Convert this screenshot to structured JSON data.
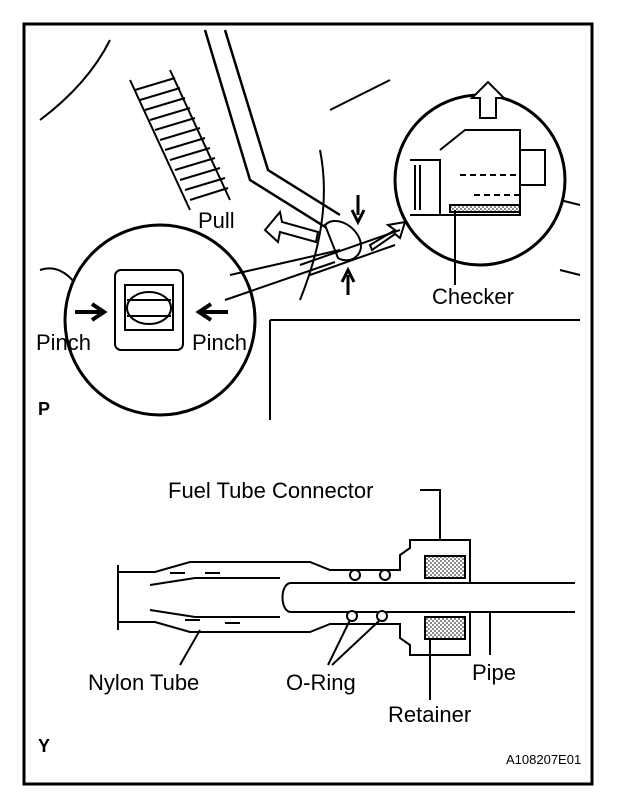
{
  "top_figure": {
    "labels": {
      "pull": "Pull",
      "checker": "Checker",
      "pinch_left": "Pinch",
      "pinch_right": "Pinch",
      "view_letter": "P"
    }
  },
  "bottom_figure": {
    "labels": {
      "fuel_tube_connector": "Fuel Tube Connector",
      "nylon_tube": "Nylon Tube",
      "o_ring": "O-Ring",
      "pipe": "Pipe",
      "retainer": "Retainer",
      "view_letter": "Y"
    }
  },
  "figure_code": "A108207E01"
}
